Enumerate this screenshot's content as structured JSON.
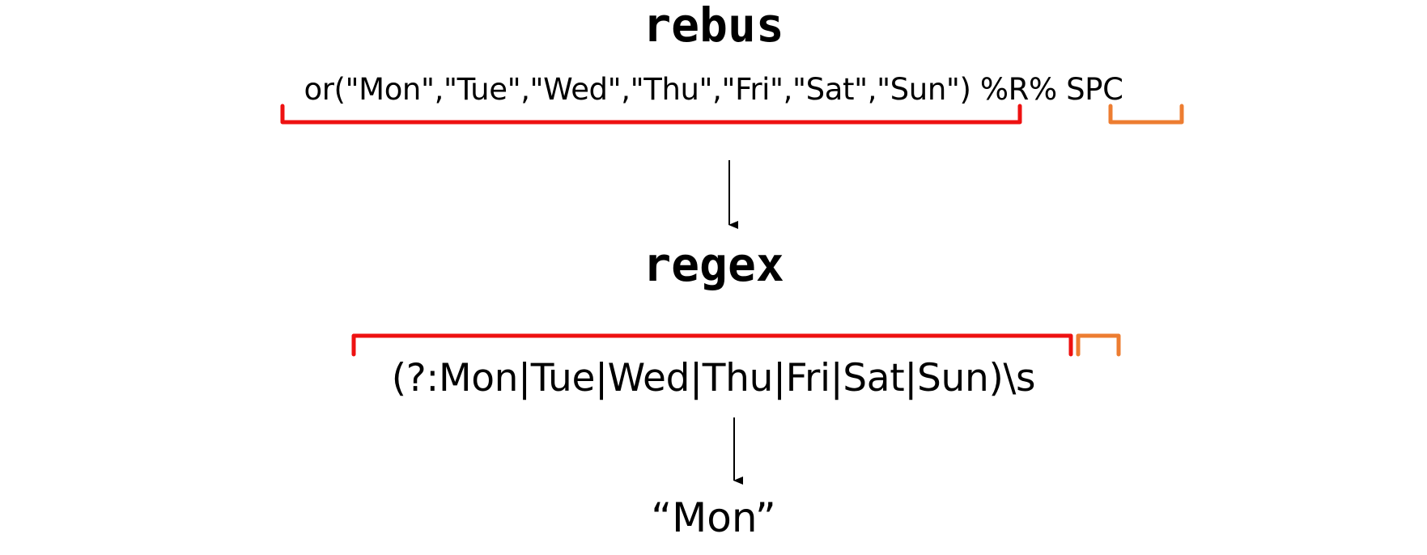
{
  "rebus": {
    "title": "rebus",
    "expression": "or(\"Mon\",\"Tue\",\"Wed\",\"Thu\",\"Fri\",\"Sat\",\"Sun\") %R% SPC"
  },
  "regex": {
    "title": "regex",
    "expression": "(?:Mon|Tue|Wed|Thu|Fri|Sat|Sun)\\s"
  },
  "result": {
    "text": "“Mon”"
  },
  "colors": {
    "group_bracket": "#ee1111",
    "space_bracket": "#ed7d31",
    "arrow": "#000000"
  }
}
